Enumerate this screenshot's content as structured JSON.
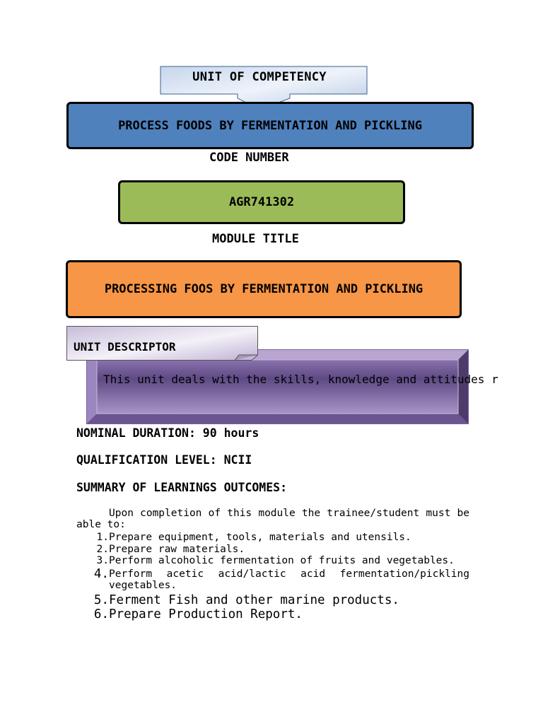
{
  "document": {
    "unit_of_competency_label": "UNIT OF COMPETENCY",
    "unit_title": "PROCESS FOODS BY FERMENTATION AND PICKLING",
    "code_number_label": "CODE NUMBER",
    "code_number": "AGR741302",
    "module_title_label": "MODULE TITLE",
    "module_title": "PROCESSING FOOS BY FERMENTATION AND PICKLING",
    "unit_descriptor_label": "UNIT DESCRIPTOR",
    "unit_descriptor_text": "This unit deals with the skills, knowledge and attitudes r",
    "nominal_duration": "NOMINAL DURATION: 90 hours",
    "qualification_level": "QUALIFICATION LEVEL:  NCII",
    "summary_heading": "SUMMARY OF LEARNINGS OUTCOMES:",
    "summary_intro": "Upon completion of this module the trainee/student must be able to:",
    "outcomes": [
      {
        "num": "1.",
        "text": "Prepare equipment, tools, materials and utensils."
      },
      {
        "num": "2.",
        "text": "Prepare raw materials."
      },
      {
        "num": "3.",
        "text": "Perform alcoholic fermentation of fruits and vegetables."
      },
      {
        "num": "4.",
        "text": "Perform acetic acid/lactic acid fermentation/pickling vegetables."
      },
      {
        "num": "5.",
        "text": "Ferment Fish and other marine products."
      },
      {
        "num": "6.",
        "text": "Prepare Production Report."
      }
    ]
  },
  "colors": {
    "unit_title_box": "#4f81bd",
    "code_box": "#9bbb59",
    "module_box": "#f79646",
    "descriptor_purple": "#8064a2"
  }
}
